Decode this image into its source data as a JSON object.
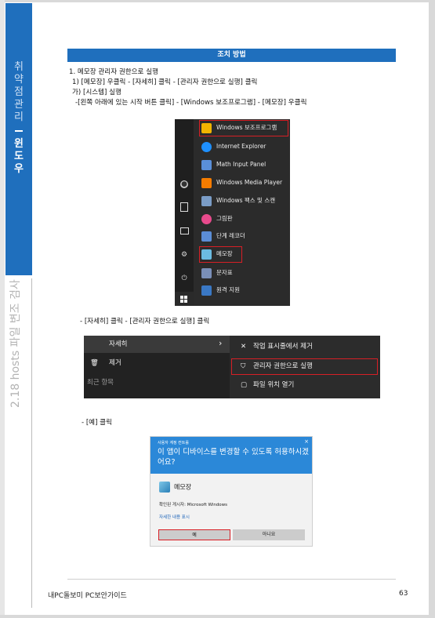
{
  "sidebar": {
    "chapter_light": [
      "취",
      "약",
      "점",
      "관",
      "리"
    ],
    "chapter_dark": [
      "윈",
      "도",
      "우"
    ],
    "section": "2.18 hosts 파일 변조 검사"
  },
  "header": {
    "title": "조치 방법"
  },
  "steps": [
    "1. 메모장 관리자 권한으로 실행",
    "1) [메모장] 우클릭 - [자세히] 클릭 - [관리자 권한으로 실행] 클릭",
    "가) [시스템] 실행",
    "-[왼쪽 아래에 있는 시작 버튼 클릭] - [Windows 보조프로그램] - [메모장] 우클릭"
  ],
  "start_menu": {
    "items": [
      {
        "label": "Windows 보조프로그램",
        "color": "#f0b400"
      },
      {
        "label": "Internet Explorer",
        "color": "#1e90ff"
      },
      {
        "label": "Math Input Panel",
        "color": "#5a8fd8"
      },
      {
        "label": "Windows Media Player",
        "color": "#f57c00"
      },
      {
        "label": "Windows 팩스 및 스캔",
        "color": "#7a9cc6"
      },
      {
        "label": "그림판",
        "color": "#e84a8c"
      },
      {
        "label": "단계 레코더",
        "color": "#5b8dd6"
      },
      {
        "label": "메모장",
        "color": "#6bbbe0"
      },
      {
        "label": "문자표",
        "color": "#7a8fb8"
      },
      {
        "label": "원격 지원",
        "color": "#3a78c4"
      }
    ]
  },
  "caption2": "- [자세히] 클릭 - [관리자 권한으로 실행] 클릭",
  "context_menu": {
    "more": "자세히",
    "more_arrow": "›",
    "remove": "제거",
    "recent": "최근 항목",
    "unpin": "작업 표시줄에서 제거",
    "run_admin": "관리자 권한으로 실행",
    "open_location": "파일 위치 열기"
  },
  "caption3": "- [예] 클릭",
  "uac": {
    "small_title": "사용자 계정 컨트롤",
    "close": "×",
    "question": "이 앱이 디바이스를 변경할 수 있도록 허용하시겠어요?",
    "app_name": "메모장",
    "publisher": "확인된 게시자: Microsoft Windows",
    "more_info": "자세한 내용 표시",
    "yes": "예",
    "no": "아니요"
  },
  "footer": {
    "left": "내PC돌보미 PC보안가이드",
    "page": "63"
  }
}
